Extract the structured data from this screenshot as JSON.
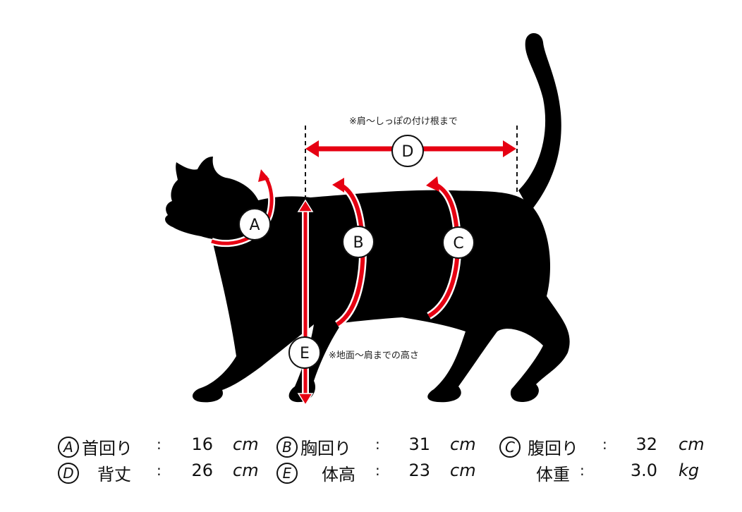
{
  "diagram": {
    "note_d": "※肩〜しっぽの付け根まで",
    "note_e": "※地面〜肩までの高さ",
    "markers": [
      "A",
      "B",
      "C",
      "D",
      "E"
    ],
    "accent_color": "#e60012",
    "silhouette_color": "#000000"
  },
  "measurements": [
    {
      "key": "A",
      "label": "首回り",
      "value": "16",
      "unit": "cm"
    },
    {
      "key": "B",
      "label": "胸回り",
      "value": "31",
      "unit": "cm"
    },
    {
      "key": "C",
      "label": "腹回り",
      "value": "32",
      "unit": "cm"
    },
    {
      "key": "D",
      "label": "背丈",
      "value": "26",
      "unit": "cm"
    },
    {
      "key": "E",
      "label": "体高",
      "value": "23",
      "unit": "cm"
    },
    {
      "key": "",
      "label": "体重",
      "value": "3.0",
      "unit": "kg"
    }
  ],
  "colon": ":"
}
